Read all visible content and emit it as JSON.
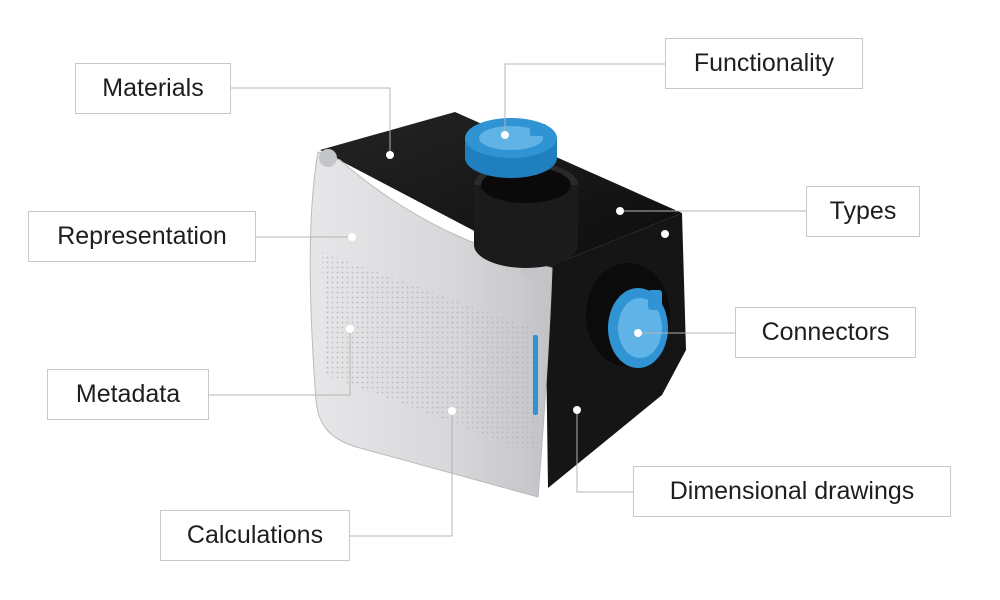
{
  "colors": {
    "housing_black": "#141414",
    "panel_silver": "#d9dadc",
    "accent_blue": "#2f93d4"
  },
  "callouts": {
    "functionality": "Functionality",
    "materials": "Materials",
    "types": "Types",
    "representation": "Representation",
    "connectors": "Connectors",
    "metadata": "Metadata",
    "dimensional_drawings": "Dimensional drawings",
    "calculations": "Calculations"
  }
}
